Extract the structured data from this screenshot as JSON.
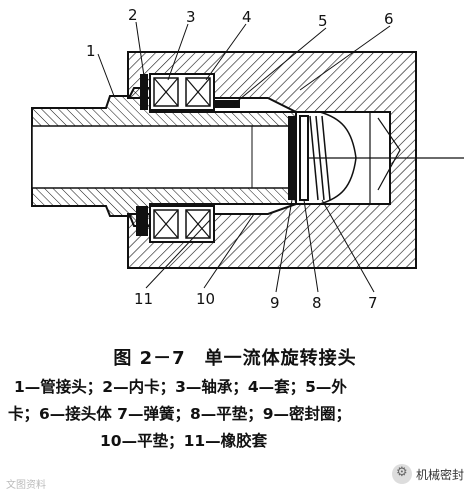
{
  "labels": {
    "n1": "1",
    "n2": "2",
    "n3": "3",
    "n4": "4",
    "n5": "5",
    "n6": "6",
    "n7": "7",
    "n8": "8",
    "n9": "9",
    "n10": "10",
    "n11": "11"
  },
  "caption": "图 2－7　单一流体旋转接头",
  "legend": {
    "line1": "1—管接头；2—内卡；3—轴承；4—套；5—外",
    "line2": "卡；6—接头体 7—弹簧；8—平垫；9—密封圈；",
    "line3": "10—平垫；11—橡胶套"
  },
  "watermark": {
    "left": "文图资料",
    "right": "机械密封"
  }
}
